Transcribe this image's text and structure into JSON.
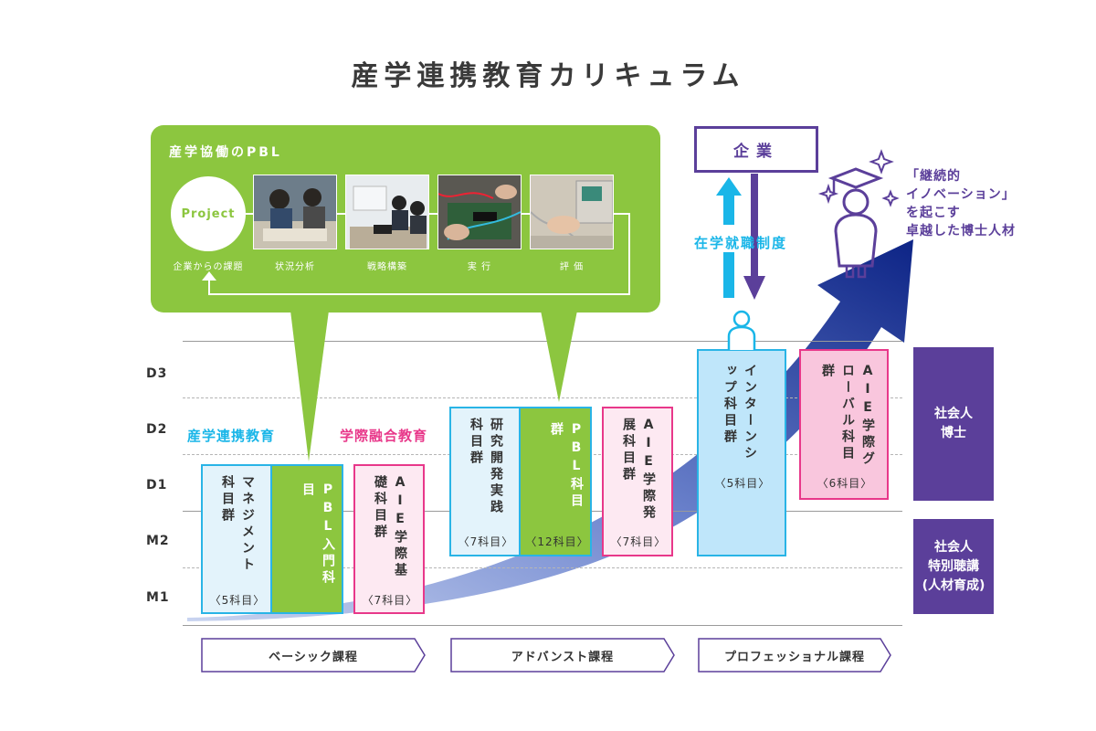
{
  "title": "産学連携教育カリキュラム",
  "levels": [
    "D3",
    "D2",
    "D1",
    "M2",
    "M1"
  ],
  "pbl": {
    "title": "産学協働のPBL",
    "project_label": "Project",
    "steps": [
      "企業からの課題",
      "状況分析",
      "戦略構築",
      "実 行",
      "評 価"
    ]
  },
  "categories": {
    "industry": "産学連携教育",
    "interdisciplinary": "学際融合教育"
  },
  "boxes": {
    "management": {
      "text": "マネジメント科目群",
      "count": "〈5科目〉"
    },
    "pbl_intro": {
      "text": "PBL入門科目"
    },
    "aie_basic": {
      "text": "AIE学際基礎科目群",
      "count": "〈7科目〉"
    },
    "research": {
      "text": "研究開発実践科目群",
      "count": "〈7科目〉"
    },
    "pbl_course": {
      "text": "PBL科目群",
      "count": "〈12科目〉"
    },
    "aie_adv": {
      "text": "AIE学際発展科目群",
      "count": "〈7科目〉"
    },
    "internship": {
      "text": "インターンシップ科目群",
      "count": "〈5科目〉"
    },
    "aie_global": {
      "text": "AIE学際グローバル科目群",
      "count": "〈6科目〉"
    }
  },
  "courses": [
    "ベーシック課程",
    "アドバンスト課程",
    "プロフェッショナル課程"
  ],
  "company": "企業",
  "internship_system": "在学就職制度",
  "innovation": [
    "「継続的",
    "イノベーション」",
    "を起こす",
    "卓越した博士人材"
  ],
  "side_boxes": {
    "doctor": [
      "社会人",
      "博士"
    ],
    "special": [
      "社会人",
      "特別聴講",
      "(人材育成)"
    ]
  },
  "colors": {
    "green": "#8cc63f",
    "purple": "#5b3f9a",
    "cyan": "#1ab6e8",
    "pink": "#e8388a",
    "navy": "#1a2f8a"
  }
}
